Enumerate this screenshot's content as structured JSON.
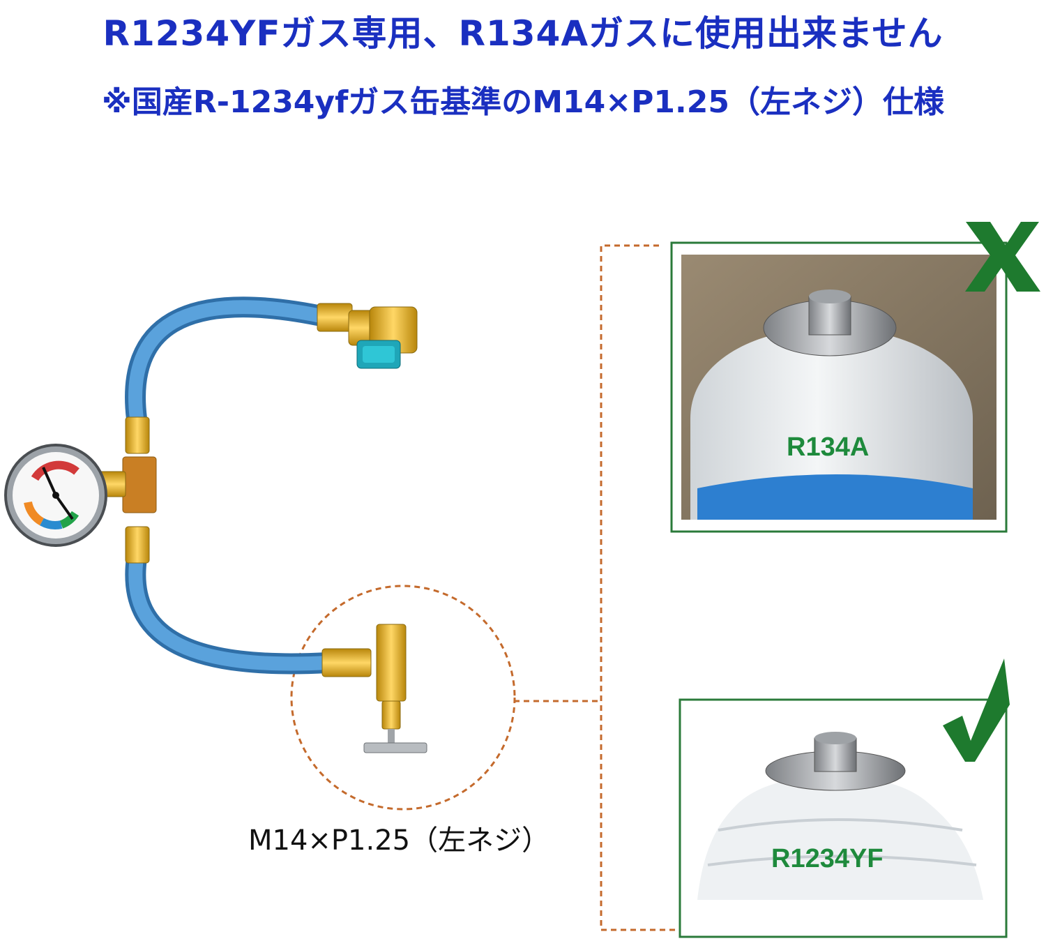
{
  "header": {
    "line1": "R1234YFガス専用、R134Aガスに使用出来ません",
    "line2": "※国産R-1234yfガス缶基準のM14×P1.25（左ネジ）仕様"
  },
  "caption": "M14×P1.25（左ネジ）",
  "panels": [
    {
      "can_label": "R134A",
      "mark": "cross-mark-icon"
    },
    {
      "can_label": "R1234YF",
      "mark": "check-mark-icon"
    }
  ],
  "colors": {
    "headline": "#1a2fc0",
    "mark_green": "#1e7a2e",
    "hose_blue": "#4a90d0",
    "brass": "#d9a92a",
    "callout_dash": "#c46a2c"
  }
}
